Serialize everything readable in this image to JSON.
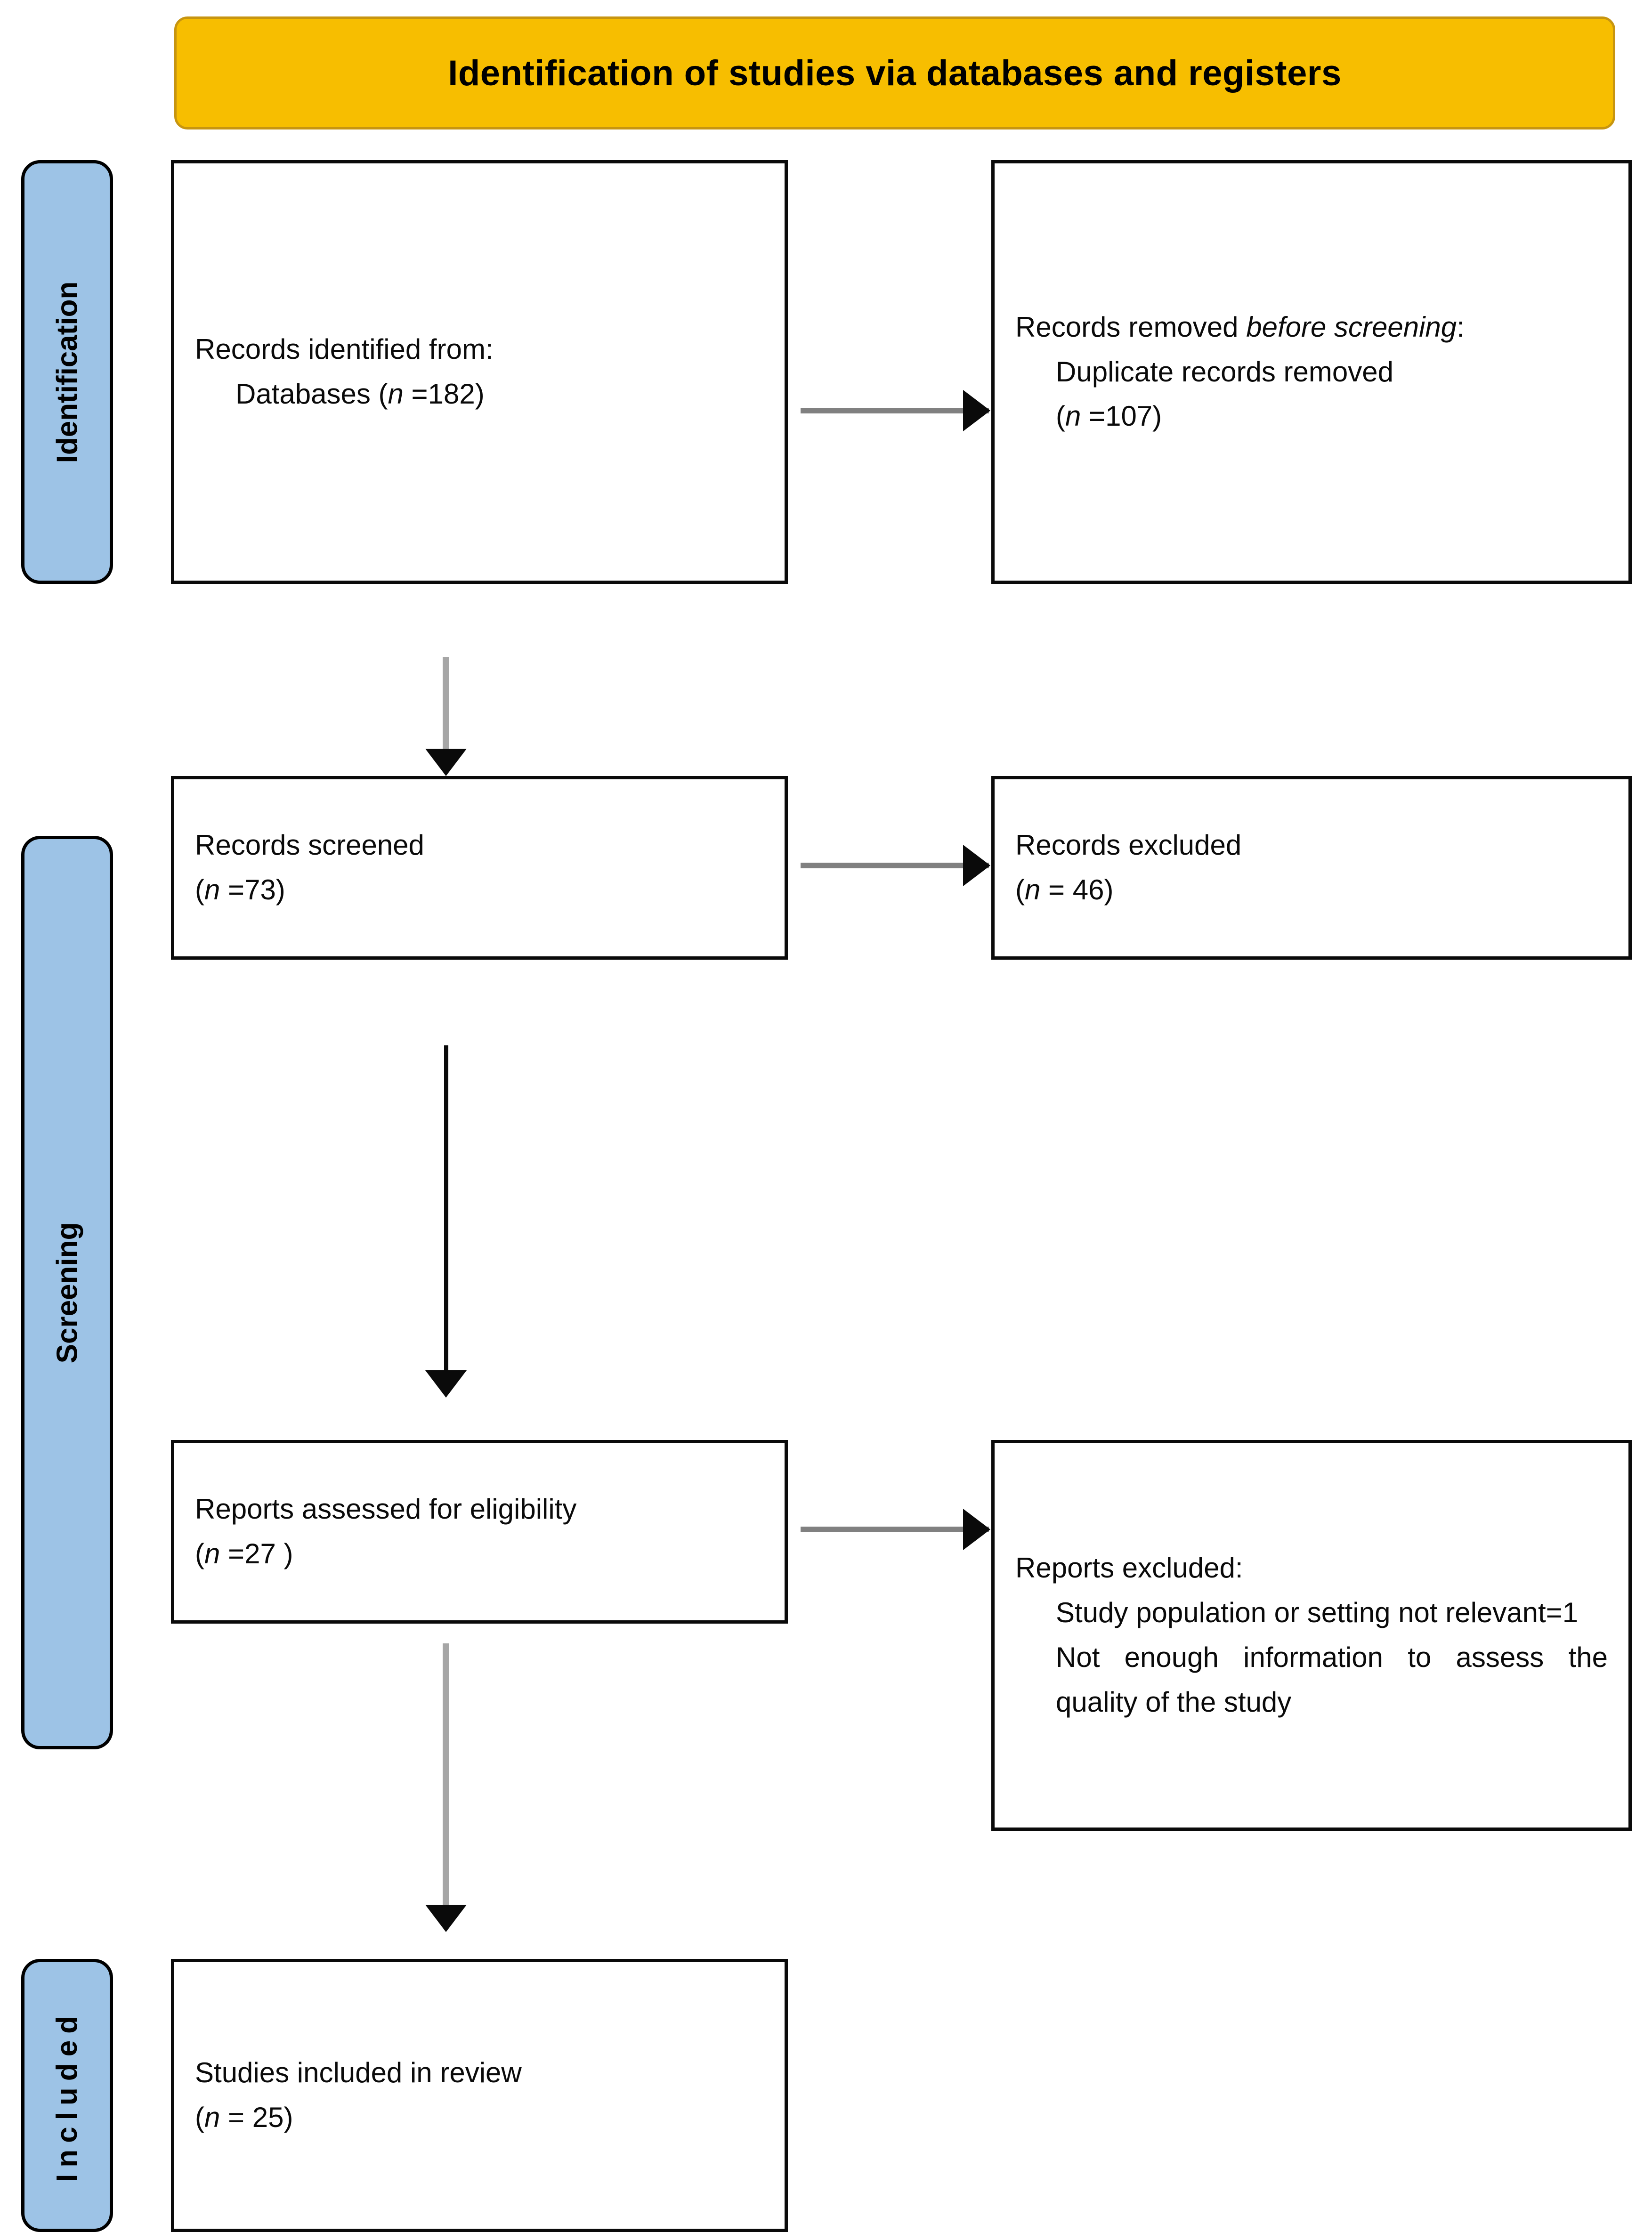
{
  "diagram": {
    "title": "Identification of studies via databases and registers",
    "colors": {
      "banner_fill": "#F7BE00",
      "banner_border": "#C79510",
      "stage_fill": "#9DC3E6",
      "box_border": "#0A0A0A",
      "arrow_gray": "#A6A6A6",
      "arrow_black": "#0A0A0A"
    },
    "stages": [
      {
        "id": "identification",
        "label": "Identification"
      },
      {
        "id": "screening",
        "label": "Screening"
      },
      {
        "id": "included",
        "label": "Included"
      }
    ],
    "boxes": {
      "identified": {
        "line1": "Records identified from:",
        "line2_prefix": "Databases (",
        "line2_n": "n",
        "line2_suffix": " =182)"
      },
      "removed": {
        "line1_a": "Records removed ",
        "line1_b": "before screening",
        "line1_c": ":",
        "line2_prefix": "Duplicate records removed",
        "line3_open": "(",
        "line3_n": "n",
        "line3_suffix": " =107)"
      },
      "screened": {
        "line1": "Records screened",
        "line2_open": "(",
        "line2_n": "n",
        "line2_suffix": " =73)"
      },
      "excluded": {
        "line1": "Records excluded",
        "line2_open": "(",
        "line2_n": "n",
        "line2_suffix": " = 46)"
      },
      "eligibility": {
        "line1": "Reports assessed for eligibility",
        "line2_open": "(",
        "line2_n": "n",
        "line2_suffix": " =27 )"
      },
      "reports_excluded": {
        "line1": "Reports excluded:",
        "line2": "Study population or setting not relevant=1",
        "line3": "Not enough information to assess the quality of the study"
      },
      "included": {
        "line1": "Studies included in review",
        "line2_open": "(",
        "line2_n": "n",
        "line2_suffix": " = 25)"
      }
    },
    "flow_data": {
      "records_identified_databases": 182,
      "duplicate_records_removed": 107,
      "records_screened": 73,
      "records_excluded": 46,
      "reports_assessed_for_eligibility": 27,
      "reports_excluded_population_setting_not_relevant": 1,
      "studies_included_in_review": 25
    }
  }
}
